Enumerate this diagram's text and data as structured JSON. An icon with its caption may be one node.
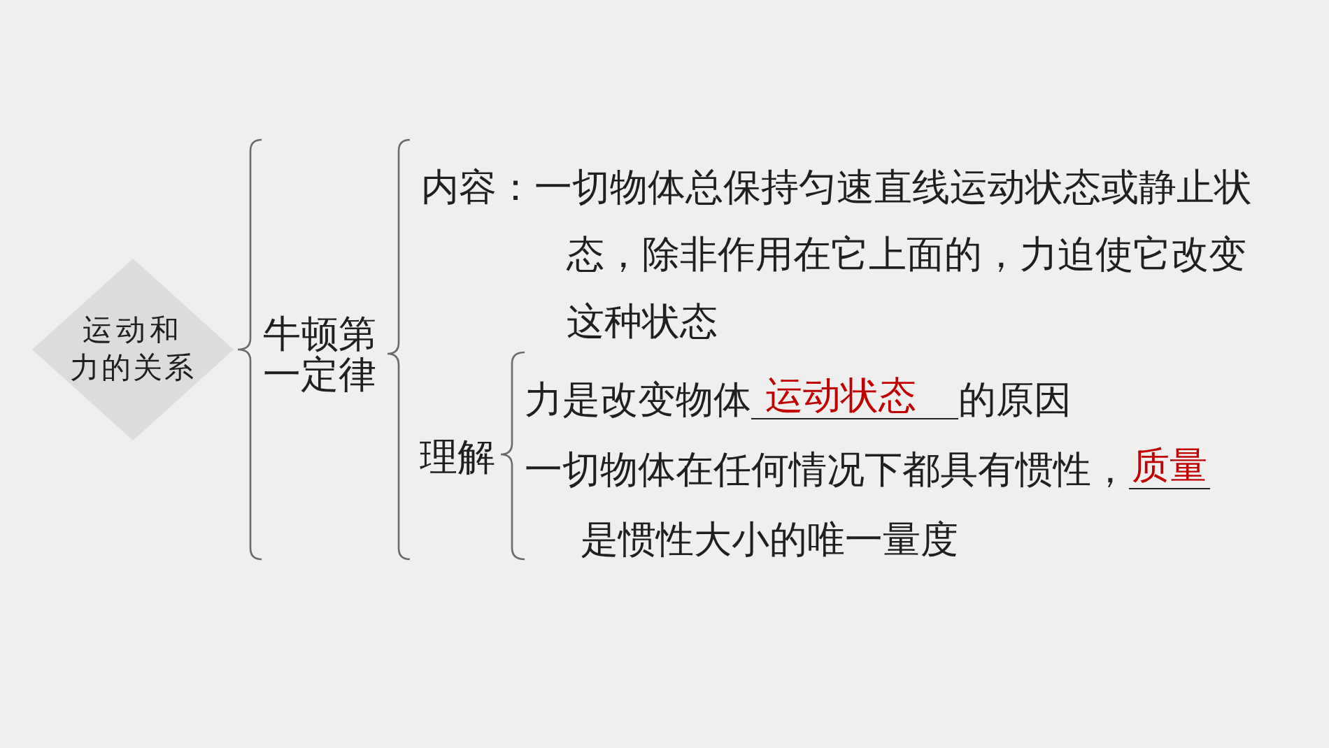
{
  "diagram": {
    "nodes": [
      {
        "text": [
          "运动和力的关系"
        ]
      }
    ],
    "labels": [
      "牛顿第一定律",
      "内容：一切物体总保持匀速直线运动状态或静止状态，除非作用在它上面的，力迫使它改变这种状态",
      "理解",
      "力是改变物体",
      "运动状态",
      "的原因",
      "一切物体在任何情况下都具有惯性，",
      "质量",
      "是惯性大小的唯一量度"
    ]
  }
}
